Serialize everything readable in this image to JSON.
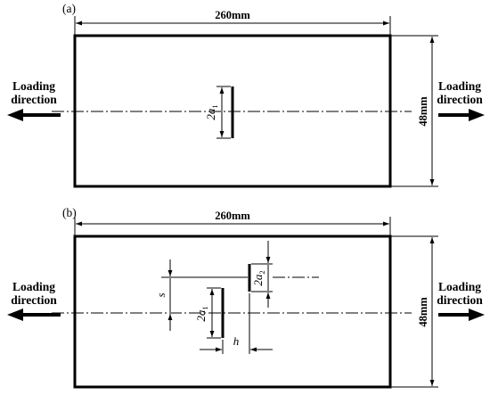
{
  "panel_a": {
    "tag": "(a)",
    "width_label": "260mm",
    "height_label": "48mm",
    "left_load_line1": "Loading",
    "left_load_line2": "direction",
    "right_load_line1": "Loading",
    "right_load_line2": "direction",
    "crack_label_base": "2a",
    "crack_label_sub": "1"
  },
  "panel_b": {
    "tag": "(b)",
    "width_label": "260mm",
    "height_label": "48mm",
    "left_load_line1": "Loading",
    "left_load_line2": "direction",
    "right_load_line1": "Loading",
    "right_load_line2": "direction",
    "crack1_label_base": "2a",
    "crack1_label_sub": "1",
    "crack2_label_base": "2a",
    "crack2_label_sub": "2",
    "spacing_label": "s",
    "offset_label": "h"
  },
  "colors": {
    "line": "#000000",
    "background": "#ffffff"
  }
}
